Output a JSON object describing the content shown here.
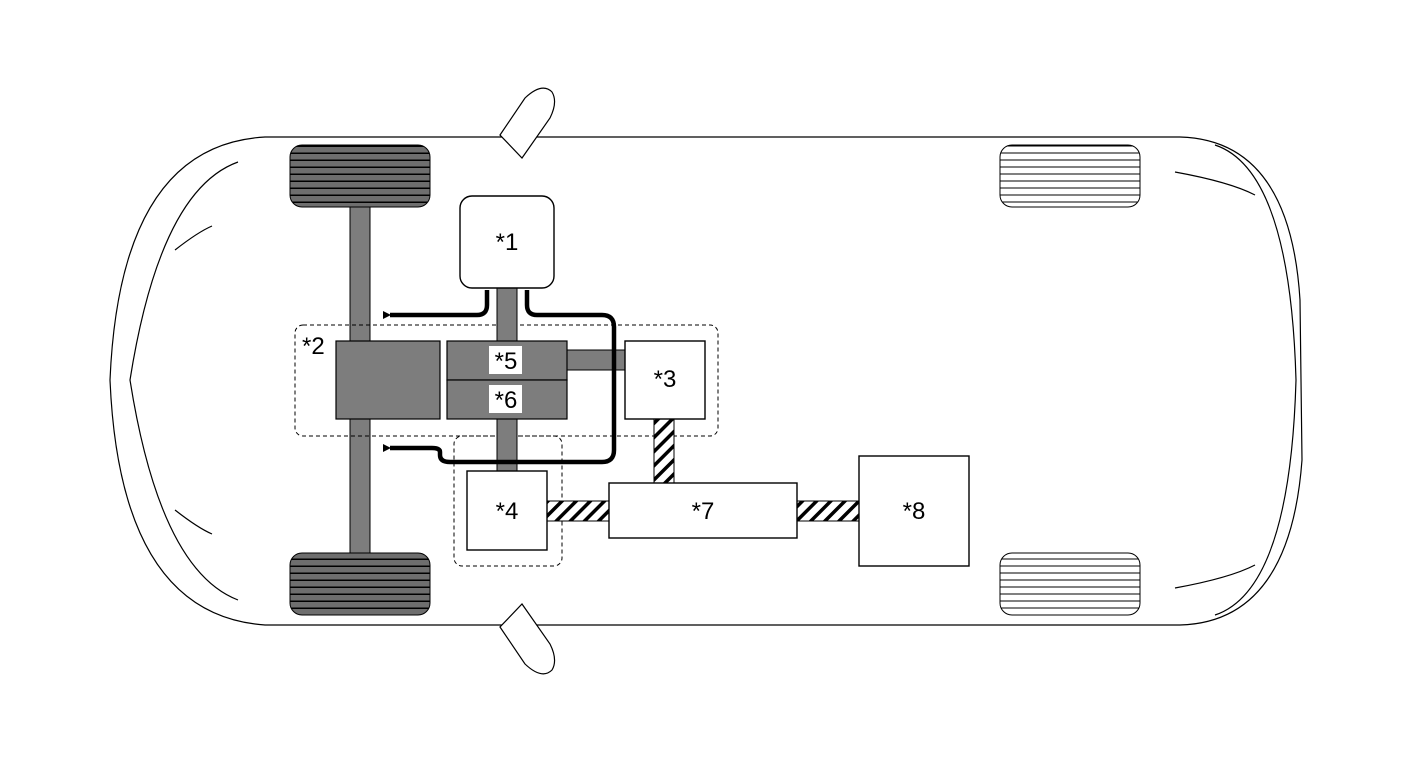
{
  "diagram": {
    "labels": {
      "c1": "*1",
      "c2": "*2",
      "c3": "*3",
      "c4": "*4",
      "c5": "*5",
      "c6": "*6",
      "c7": "*7",
      "c8": "*8"
    },
    "colors": {
      "component_fill": "#7d7d7d",
      "outline": "#000000",
      "tire_front": "#6e6e6e",
      "tire_rear": "#ffffff",
      "background": "#ffffff"
    }
  }
}
